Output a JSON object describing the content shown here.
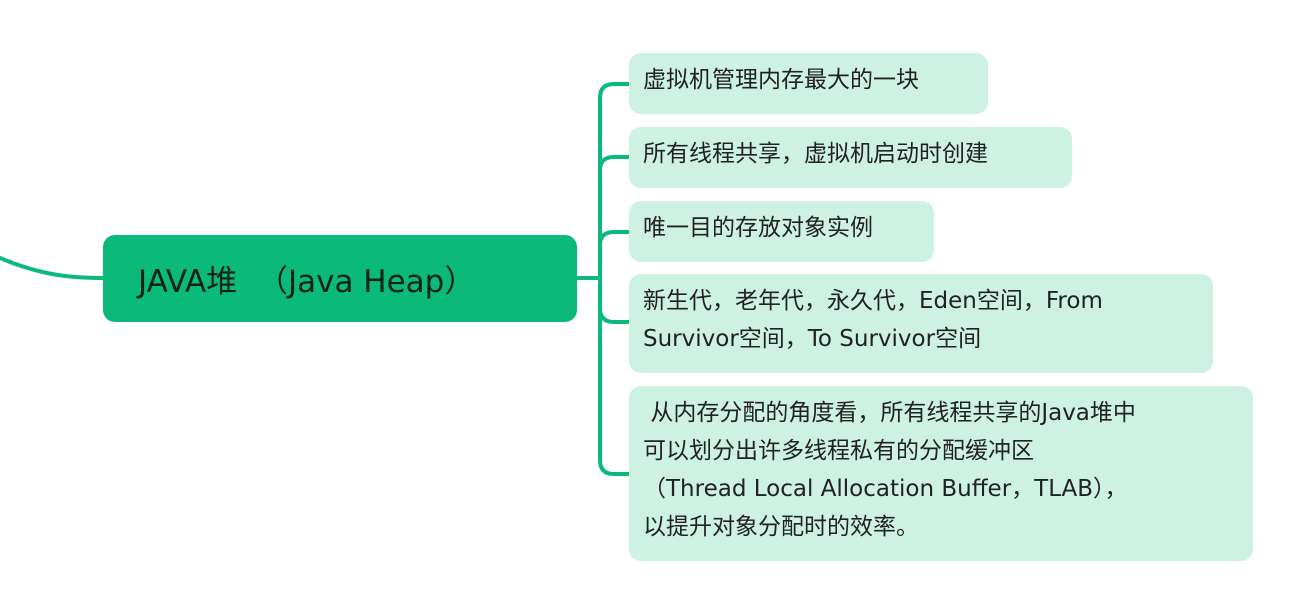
{
  "colors": {
    "central_fill": "#0bba7b",
    "child_fill": "#cdf1e3",
    "connector": "#0bba7b"
  },
  "central": {
    "label": "JAVA堆  （Java Heap）"
  },
  "children": [
    {
      "text": "虚拟机管理内存最大的一块"
    },
    {
      "text": "所有线程共享，虚拟机启动时创建"
    },
    {
      "text": "唯一目的存放对象实例"
    },
    {
      "text": "新生代，老年代，永久代，Eden空间，From\nSurvivor空间，To Survivor空间"
    },
    {
      "text": " 从内存分配的角度看，所有线程共享的Java堆中\n可以划分出许多线程私有的分配缓冲区\n（Thread Local Allocation Buffer，TLAB），\n以提升对象分配时的效率。"
    }
  ]
}
